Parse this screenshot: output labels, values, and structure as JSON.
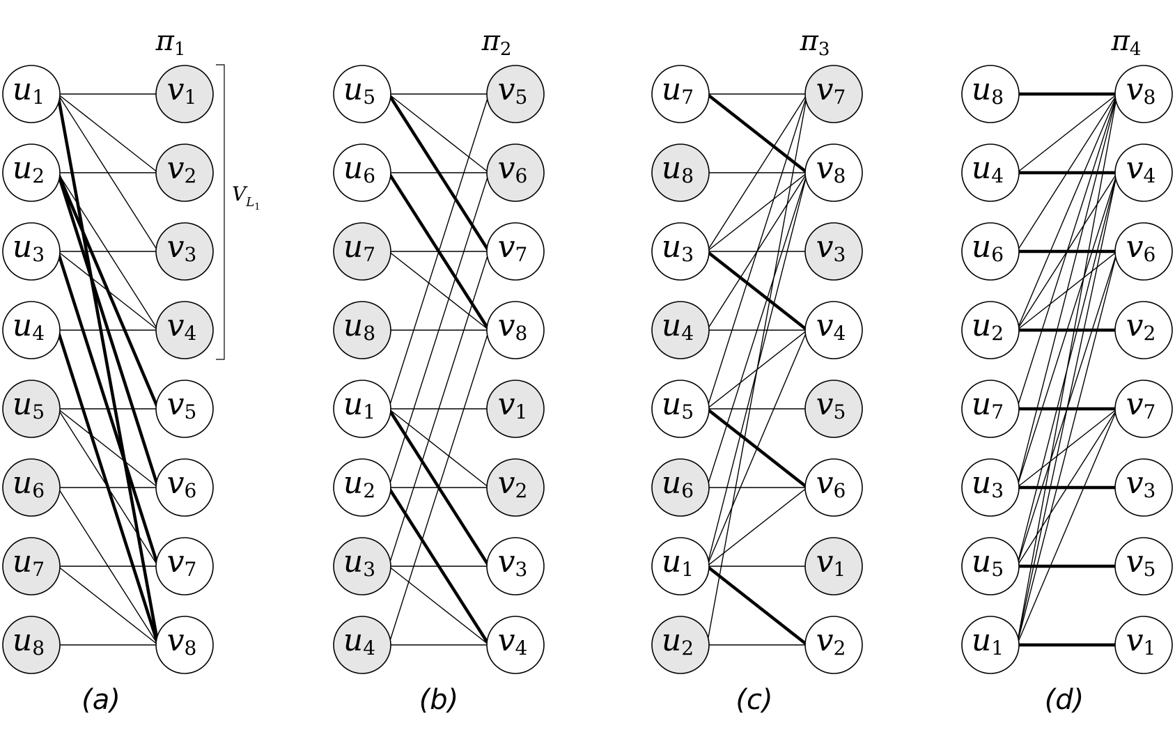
{
  "colors": {
    "shaded_node": "#e6e6e6",
    "plain_node": "#ffffff",
    "stroke": "#000000"
  },
  "panels": [
    {
      "caption": "(a)",
      "title": {
        "base": "π",
        "sub": "1"
      },
      "left": [
        {
          "base": "u",
          "sub": "1",
          "shaded": false
        },
        {
          "base": "u",
          "sub": "2",
          "shaded": false
        },
        {
          "base": "u",
          "sub": "3",
          "shaded": false
        },
        {
          "base": "u",
          "sub": "4",
          "shaded": false
        },
        {
          "base": "u",
          "sub": "5",
          "shaded": true
        },
        {
          "base": "u",
          "sub": "6",
          "shaded": true
        },
        {
          "base": "u",
          "sub": "7",
          "shaded": true
        },
        {
          "base": "u",
          "sub": "8",
          "shaded": true
        }
      ],
      "right": [
        {
          "base": "v",
          "sub": "1",
          "shaded": true
        },
        {
          "base": "v",
          "sub": "2",
          "shaded": true
        },
        {
          "base": "v",
          "sub": "3",
          "shaded": true
        },
        {
          "base": "v",
          "sub": "4",
          "shaded": true
        },
        {
          "base": "v",
          "sub": "5",
          "shaded": false
        },
        {
          "base": "v",
          "sub": "6",
          "shaded": false
        },
        {
          "base": "v",
          "sub": "7",
          "shaded": false
        },
        {
          "base": "v",
          "sub": "8",
          "shaded": false
        }
      ],
      "edges": [
        [
          0,
          0,
          false
        ],
        [
          0,
          1,
          false
        ],
        [
          0,
          2,
          false
        ],
        [
          0,
          7,
          true
        ],
        [
          1,
          1,
          false
        ],
        [
          1,
          3,
          false
        ],
        [
          1,
          5,
          true
        ],
        [
          1,
          4,
          true
        ],
        [
          2,
          2,
          false
        ],
        [
          2,
          3,
          false
        ],
        [
          2,
          6,
          true
        ],
        [
          3,
          3,
          false
        ],
        [
          3,
          7,
          true
        ],
        [
          4,
          4,
          false
        ],
        [
          4,
          5,
          false
        ],
        [
          4,
          6,
          false
        ],
        [
          5,
          5,
          false
        ],
        [
          5,
          7,
          false
        ],
        [
          6,
          6,
          false
        ],
        [
          6,
          7,
          false
        ],
        [
          7,
          7,
          false
        ]
      ],
      "bracket": {
        "base": "V",
        "sub": "L",
        "sub2": "1"
      }
    },
    {
      "caption": "(b)",
      "title": {
        "base": "π",
        "sub": "2"
      },
      "left": [
        {
          "base": "u",
          "sub": "5",
          "shaded": false
        },
        {
          "base": "u",
          "sub": "6",
          "shaded": false
        },
        {
          "base": "u",
          "sub": "7",
          "shaded": true
        },
        {
          "base": "u",
          "sub": "8",
          "shaded": true
        },
        {
          "base": "u",
          "sub": "1",
          "shaded": false
        },
        {
          "base": "u",
          "sub": "2",
          "shaded": false
        },
        {
          "base": "u",
          "sub": "3",
          "shaded": true
        },
        {
          "base": "u",
          "sub": "4",
          "shaded": true
        }
      ],
      "right": [
        {
          "base": "v",
          "sub": "5",
          "shaded": true
        },
        {
          "base": "v",
          "sub": "6",
          "shaded": true
        },
        {
          "base": "v",
          "sub": "7",
          "shaded": false
        },
        {
          "base": "v",
          "sub": "8",
          "shaded": false
        },
        {
          "base": "v",
          "sub": "1",
          "shaded": true
        },
        {
          "base": "v",
          "sub": "2",
          "shaded": true
        },
        {
          "base": "v",
          "sub": "3",
          "shaded": false
        },
        {
          "base": "v",
          "sub": "4",
          "shaded": false
        }
      ],
      "edges": [
        [
          0,
          0,
          false
        ],
        [
          0,
          1,
          false
        ],
        [
          0,
          2,
          true
        ],
        [
          1,
          1,
          false
        ],
        [
          1,
          3,
          true
        ],
        [
          2,
          2,
          false
        ],
        [
          2,
          3,
          false
        ],
        [
          3,
          3,
          false
        ],
        [
          4,
          0,
          false
        ],
        [
          4,
          4,
          false
        ],
        [
          4,
          5,
          false
        ],
        [
          4,
          6,
          true
        ],
        [
          5,
          1,
          false
        ],
        [
          5,
          5,
          false
        ],
        [
          5,
          7,
          true
        ],
        [
          6,
          2,
          false
        ],
        [
          6,
          6,
          false
        ],
        [
          6,
          7,
          false
        ],
        [
          7,
          3,
          false
        ],
        [
          7,
          7,
          false
        ]
      ]
    },
    {
      "caption": "(c)",
      "title": {
        "base": "π",
        "sub": "3"
      },
      "left": [
        {
          "base": "u",
          "sub": "7",
          "shaded": false
        },
        {
          "base": "u",
          "sub": "8",
          "shaded": true
        },
        {
          "base": "u",
          "sub": "3",
          "shaded": false
        },
        {
          "base": "u",
          "sub": "4",
          "shaded": true
        },
        {
          "base": "u",
          "sub": "5",
          "shaded": false
        },
        {
          "base": "u",
          "sub": "6",
          "shaded": true
        },
        {
          "base": "u",
          "sub": "1",
          "shaded": false
        },
        {
          "base": "u",
          "sub": "2",
          "shaded": true
        }
      ],
      "right": [
        {
          "base": "v",
          "sub": "7",
          "shaded": true
        },
        {
          "base": "v",
          "sub": "8",
          "shaded": false
        },
        {
          "base": "v",
          "sub": "3",
          "shaded": true
        },
        {
          "base": "v",
          "sub": "4",
          "shaded": false
        },
        {
          "base": "v",
          "sub": "5",
          "shaded": true
        },
        {
          "base": "v",
          "sub": "6",
          "shaded": false
        },
        {
          "base": "v",
          "sub": "1",
          "shaded": true
        },
        {
          "base": "v",
          "sub": "2",
          "shaded": false
        }
      ],
      "edges": [
        [
          0,
          0,
          false
        ],
        [
          0,
          1,
          true
        ],
        [
          1,
          1,
          false
        ],
        [
          2,
          0,
          false
        ],
        [
          2,
          1,
          false
        ],
        [
          2,
          2,
          false
        ],
        [
          2,
          3,
          true
        ],
        [
          3,
          1,
          false
        ],
        [
          3,
          3,
          false
        ],
        [
          4,
          0,
          false
        ],
        [
          4,
          3,
          false
        ],
        [
          4,
          4,
          false
        ],
        [
          4,
          5,
          true
        ],
        [
          5,
          1,
          false
        ],
        [
          5,
          5,
          false
        ],
        [
          6,
          1,
          false
        ],
        [
          6,
          3,
          false
        ],
        [
          6,
          5,
          false
        ],
        [
          6,
          6,
          false
        ],
        [
          6,
          7,
          true
        ],
        [
          7,
          0,
          false
        ],
        [
          7,
          7,
          false
        ]
      ]
    },
    {
      "caption": "(d)",
      "title": {
        "base": "π",
        "sub": "4"
      },
      "left": [
        {
          "base": "u",
          "sub": "8",
          "shaded": false
        },
        {
          "base": "u",
          "sub": "4",
          "shaded": false
        },
        {
          "base": "u",
          "sub": "6",
          "shaded": false
        },
        {
          "base": "u",
          "sub": "2",
          "shaded": false
        },
        {
          "base": "u",
          "sub": "7",
          "shaded": false
        },
        {
          "base": "u",
          "sub": "3",
          "shaded": false
        },
        {
          "base": "u",
          "sub": "5",
          "shaded": false
        },
        {
          "base": "u",
          "sub": "1",
          "shaded": false
        }
      ],
      "right": [
        {
          "base": "v",
          "sub": "8",
          "shaded": false
        },
        {
          "base": "v",
          "sub": "4",
          "shaded": false
        },
        {
          "base": "v",
          "sub": "6",
          "shaded": false
        },
        {
          "base": "v",
          "sub": "2",
          "shaded": false
        },
        {
          "base": "v",
          "sub": "7",
          "shaded": false
        },
        {
          "base": "v",
          "sub": "3",
          "shaded": false
        },
        {
          "base": "v",
          "sub": "5",
          "shaded": false
        },
        {
          "base": "v",
          "sub": "1",
          "shaded": false
        }
      ],
      "edges": [
        [
          0,
          0,
          true
        ],
        [
          1,
          0,
          false
        ],
        [
          1,
          1,
          true
        ],
        [
          2,
          0,
          false
        ],
        [
          2,
          2,
          true
        ],
        [
          3,
          0,
          false
        ],
        [
          3,
          1,
          false
        ],
        [
          3,
          2,
          false
        ],
        [
          3,
          3,
          true
        ],
        [
          4,
          0,
          false
        ],
        [
          4,
          4,
          true
        ],
        [
          5,
          0,
          false
        ],
        [
          5,
          1,
          false
        ],
        [
          5,
          4,
          false
        ],
        [
          5,
          5,
          true
        ],
        [
          6,
          1,
          false
        ],
        [
          6,
          2,
          false
        ],
        [
          6,
          4,
          false
        ],
        [
          6,
          6,
          true
        ],
        [
          7,
          0,
          false
        ],
        [
          7,
          1,
          false
        ],
        [
          7,
          2,
          false
        ],
        [
          7,
          4,
          false
        ],
        [
          7,
          7,
          true
        ]
      ]
    }
  ]
}
